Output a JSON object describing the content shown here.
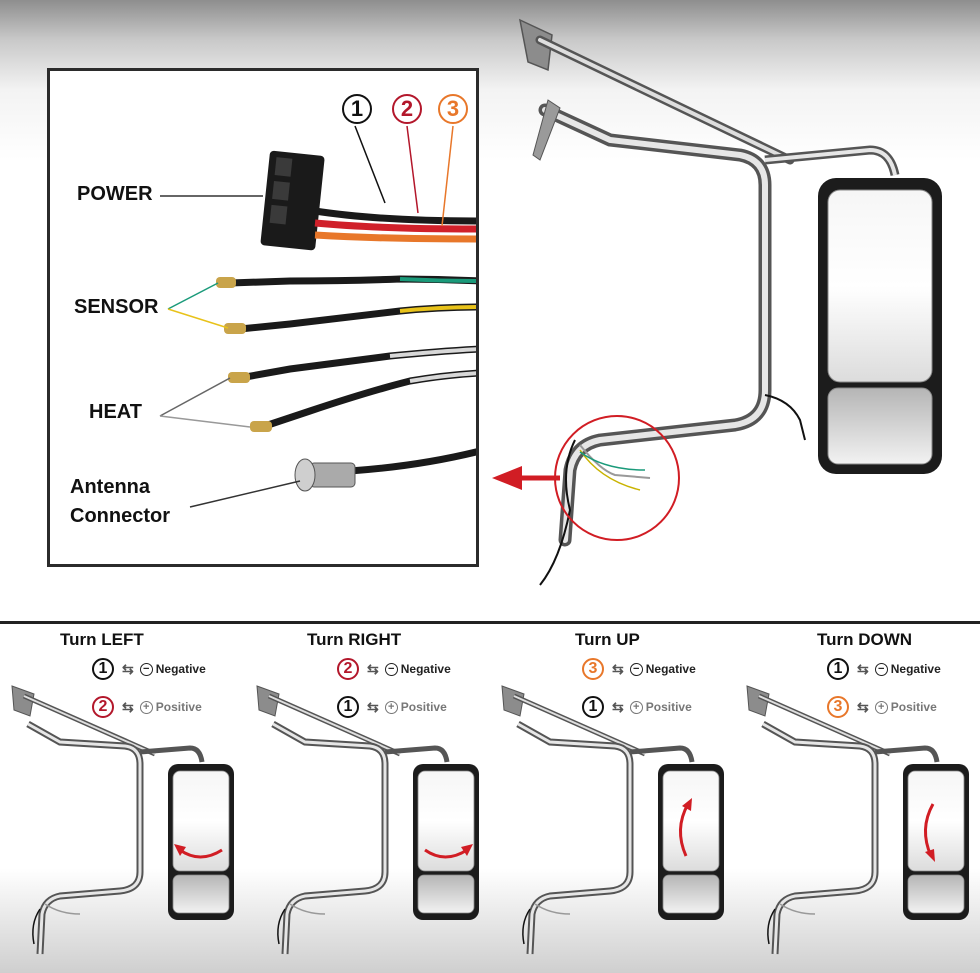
{
  "inset": {
    "labels": {
      "power": "POWER",
      "sensor": "SENSOR",
      "heat": "HEAT",
      "antenna_line1": "Antenna",
      "antenna_line2": "Connector"
    },
    "wire_numbers": [
      {
        "num": "1",
        "color": "#111111"
      },
      {
        "num": "2",
        "color": "#b3172b"
      },
      {
        "num": "3",
        "color": "#e8772a"
      }
    ]
  },
  "colors": {
    "wire_black": "#1a1a1a",
    "wire_red": "#d0202a",
    "wire_orange": "#e8772a",
    "wire_green": "#1a9a7a",
    "wire_yellow": "#e8c21a",
    "wire_white": "#d8d8d8",
    "callout_red": "#d11d24"
  },
  "panels": [
    {
      "title": "Turn LEFT",
      "neg_num": "1",
      "neg_color": "#111111",
      "neg_label": "Negative",
      "pos_num": "2",
      "pos_color": "#b3172b",
      "pos_label": "Positive",
      "direction": "left"
    },
    {
      "title": "Turn RIGHT",
      "neg_num": "2",
      "neg_color": "#b3172b",
      "neg_label": "Negative",
      "pos_num": "1",
      "pos_color": "#111111",
      "pos_label": "Positive",
      "direction": "right"
    },
    {
      "title": "Turn UP",
      "neg_num": "3",
      "neg_color": "#e8772a",
      "neg_label": "Negative",
      "pos_num": "1",
      "pos_color": "#111111",
      "pos_label": "Positive",
      "direction": "up"
    },
    {
      "title": "Turn DOWN",
      "neg_num": "1",
      "neg_color": "#111111",
      "neg_label": "Negative",
      "pos_num": "3",
      "pos_color": "#e8772a",
      "pos_label": "Positive",
      "direction": "down"
    }
  ],
  "symbols": {
    "negative": "−",
    "positive": "+",
    "arrows": "⇆"
  }
}
